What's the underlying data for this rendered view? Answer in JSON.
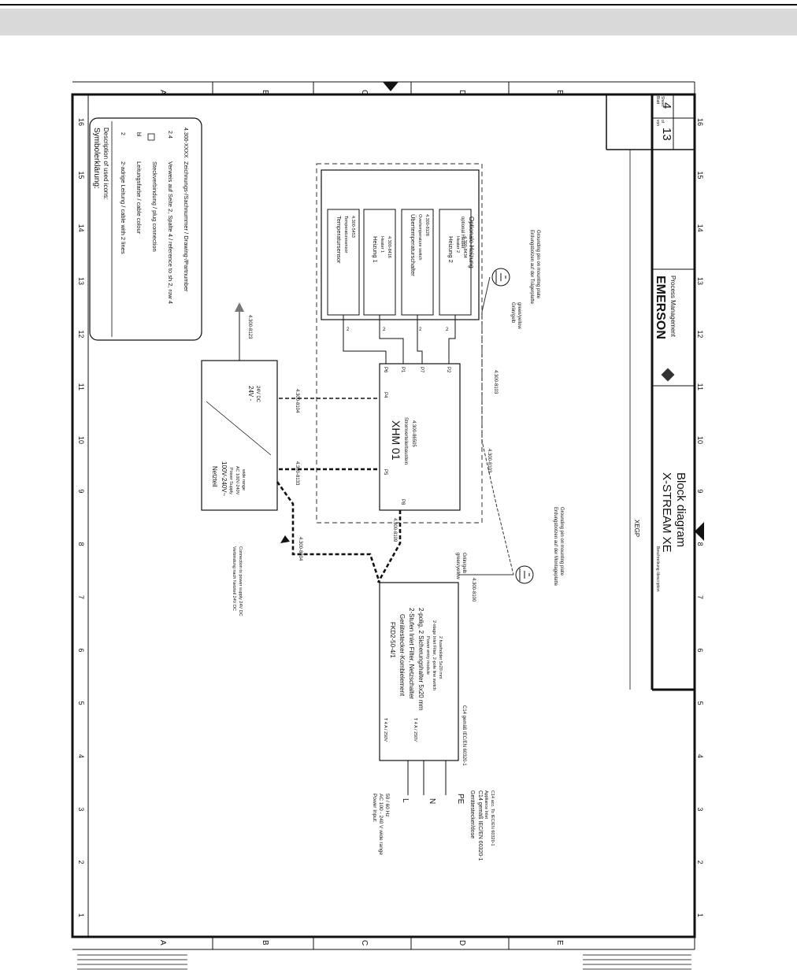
{
  "page": {
    "header_bar": ""
  },
  "legend": {
    "title": "Symbolerklärung:",
    "subtitle": "Description of used icons:",
    "items": [
      "2-adrige Leitung / cable with 2 lines",
      "Leitungsfarbe / cable colour",
      "Steckverbindung / plug connection",
      "Verweis auf Seite 2, Spalte 4 / reference to sh 2, row 4",
      "Zeichnungs-/Sachnummer / Drawing-/Partnumber"
    ],
    "item_markers": [
      "2",
      "bl",
      "",
      "2.4",
      "4.300-XXXX"
    ]
  },
  "netzteil": {
    "title": "Netzteil",
    "lines": [
      "100V-240V~",
      "Power Supply",
      "AC 100V-240V",
      "wide range"
    ],
    "output": "24V -",
    "output_sub": "24V DC",
    "cable_in": "4.300-8133",
    "cable_out": "4.300-8104",
    "cable_top": "4.300-8123",
    "conn_label": "2"
  },
  "xhm": {
    "title": "XHM 01",
    "sub": "Stromverteilerbaustein",
    "part": "4.300-86505",
    "pins": [
      "P4",
      "P5",
      "P6",
      "P1",
      "P7",
      "P2",
      "P8"
    ]
  },
  "optional_heating": {
    "title": "Optionale Heizung",
    "sub": "optional Heater",
    "boxes": [
      {
        "title": "Temperatursensor",
        "sub": "Temperaturesensor",
        "part": "4.300-5453"
      },
      {
        "title": "Heizung 1",
        "sub": "Heater 1",
        "part": "4.300-8416"
      },
      {
        "title": "Übertemperaturschalter",
        "sub": "Overtemperature switch",
        "part": "4.300-8128"
      },
      {
        "title": "Heizung 2",
        "sub": "Heater 2",
        "part": "4.300-8434"
      }
    ],
    "cable_ground": "4.300-8103"
  },
  "filter": {
    "title": "FKD2-50-4/1",
    "lines": [
      "Gerätestecker-Kombielement",
      "2-Stufen Inlet Filter, Netzschalter",
      "2-polig, 2 Sicherungshalter 5x20 mm",
      "Power entry module",
      "2-stage Inlet Filter, 2-pole line switch",
      "2 fuseholder 5x20 mm"
    ],
    "fuses": [
      "T 4 A / 250V",
      "T 4 A / 250V"
    ],
    "cable_to_xhm": "4.300-8109",
    "cable_ground": "4.300-8100",
    "cable_to_psu": "4.300-8804"
  },
  "power_input": {
    "lines": [
      "Power Input:",
      "AC 100 - 240 V wide range",
      "50 / 60 Hz"
    ],
    "terminals": [
      "L",
      "N",
      "PE"
    ],
    "connector": [
      "Gerätestecker/dose",
      "C14 gemäß IEC/EN 60320-1",
      "Appliance Inlet",
      "C14 acc. To IEC/EN 60320-1"
    ]
  },
  "ground": {
    "note_1": [
      "Erdungsbolzen auf der Montageplatte",
      "Grounding pin on mounting plate"
    ],
    "note_2": [
      "Erdungsbolzen auf der Trägerplatte",
      "Grounding pin on mounting plate"
    ],
    "wire_color": "Grün/gelb",
    "wire_color_sub": "green/yellow"
  },
  "connection_note": [
    "Verbindung nach Netzteil 24V DC",
    "Connection to power supply 24V DC"
  ],
  "rows": [
    "A",
    "B",
    "C",
    "D",
    "E"
  ],
  "columns": [
    "1",
    "2",
    "3",
    "4",
    "5",
    "6",
    "7",
    "8",
    "9",
    "10",
    "11",
    "12",
    "13",
    "14",
    "15",
    "16"
  ],
  "title_block": {
    "desc_label": "Beschreibung /description",
    "product": "X-STREAM XE",
    "doc_title": "Block diagram",
    "brand": "EMERSON",
    "brand_sub": "Process Management",
    "code": "XEGP",
    "sheet_label": "Blatt",
    "sheet_label_en": "Sheet",
    "of_label": "von",
    "of_label_en": "of",
    "sheet": "4",
    "total": "13"
  },
  "colors": {
    "header_bar": "#d9d9d9",
    "line": "#111111"
  }
}
